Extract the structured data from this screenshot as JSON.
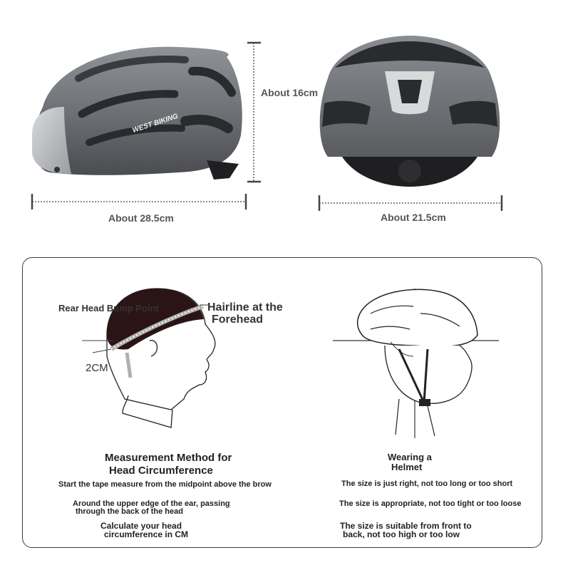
{
  "dimensions": {
    "height_label": "About 16cm",
    "length_label": "About 28.5cm",
    "width_label": "About 21.5cm"
  },
  "brand": {
    "logo_text": "WEST BIKING"
  },
  "measurement": {
    "rear_label": "Rear Head Bump Point",
    "hairline_line1": "Hairline at the",
    "hairline_line2": "Forehead",
    "offset_label": "2CM",
    "title_line1": "Measurement Method for",
    "title_line2": "Head Circumference",
    "step1": "Start the tape measure from the midpoint above the brow",
    "step2_line1": "Around the upper edge of the ear, passing",
    "step2_line2": "through the back of the head",
    "step3_line1": "Calculate your head",
    "step3_line2": "circumference in CM"
  },
  "wearing": {
    "title_line1": "Wearing a",
    "title_line2": "Helmet",
    "tip1": "The size is just right, not too long or too short",
    "tip2": "The size is appropriate, not too tight or too loose",
    "tip3_line1": "The size is suitable from front to",
    "tip3_line2": "back, not too high or too low"
  },
  "colors": {
    "helmet_shell": "#6e7176",
    "helmet_dark": "#2a2b2e",
    "visor": "#b9bcc0",
    "hair": "#2b1416",
    "panel_border": "#3a3a3a"
  }
}
